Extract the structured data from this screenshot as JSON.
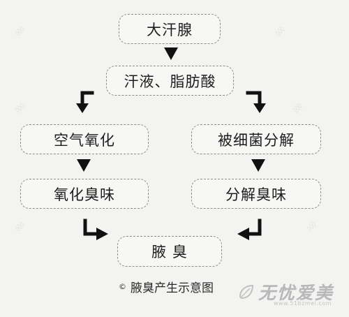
{
  "nodes": {
    "top": "大汗腺",
    "second": "汗液、脂肪酸",
    "left1": "空气氧化",
    "right1": "被细菌分解",
    "left2": "氧化臭味",
    "right2": "分解臭味",
    "bottom": "腋 臭"
  },
  "caption": {
    "mark": "©",
    "text": "腋臭产生示意图"
  },
  "watermark": {
    "logo_text": "无忧爱美",
    "url": "www.51bzmei.com"
  },
  "colors": {
    "arrow": "#111111",
    "border": "#8c8c8c",
    "background": "#f3f3f1"
  }
}
